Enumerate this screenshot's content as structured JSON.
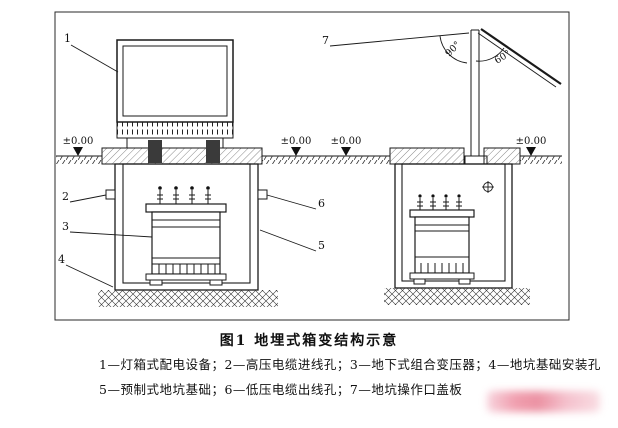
{
  "figure": {
    "caption": "图1  地埋式箱变结构示意",
    "legend": {
      "line1": "1—灯箱式配电设备；2—高压电缆进线孔；3—地下式组合变压器；4—地坑基础安装孔",
      "line2": "5—预制式地坑基础；6—低压电缆出线孔；7—地坑操作口盖板"
    }
  },
  "diagram": {
    "callouts": {
      "c1": "1",
      "c2": "2",
      "c3": "3",
      "c4": "4",
      "c5": "5",
      "c6": "6",
      "c7": "7"
    },
    "angles": {
      "open90": "90°",
      "open60": "60°"
    },
    "levels": [
      "±0.00",
      "±0.00",
      "±0.00",
      "±0.00"
    ],
    "colors": {
      "line": "#1a1a1a",
      "watermark": "#ee8ea1"
    }
  }
}
